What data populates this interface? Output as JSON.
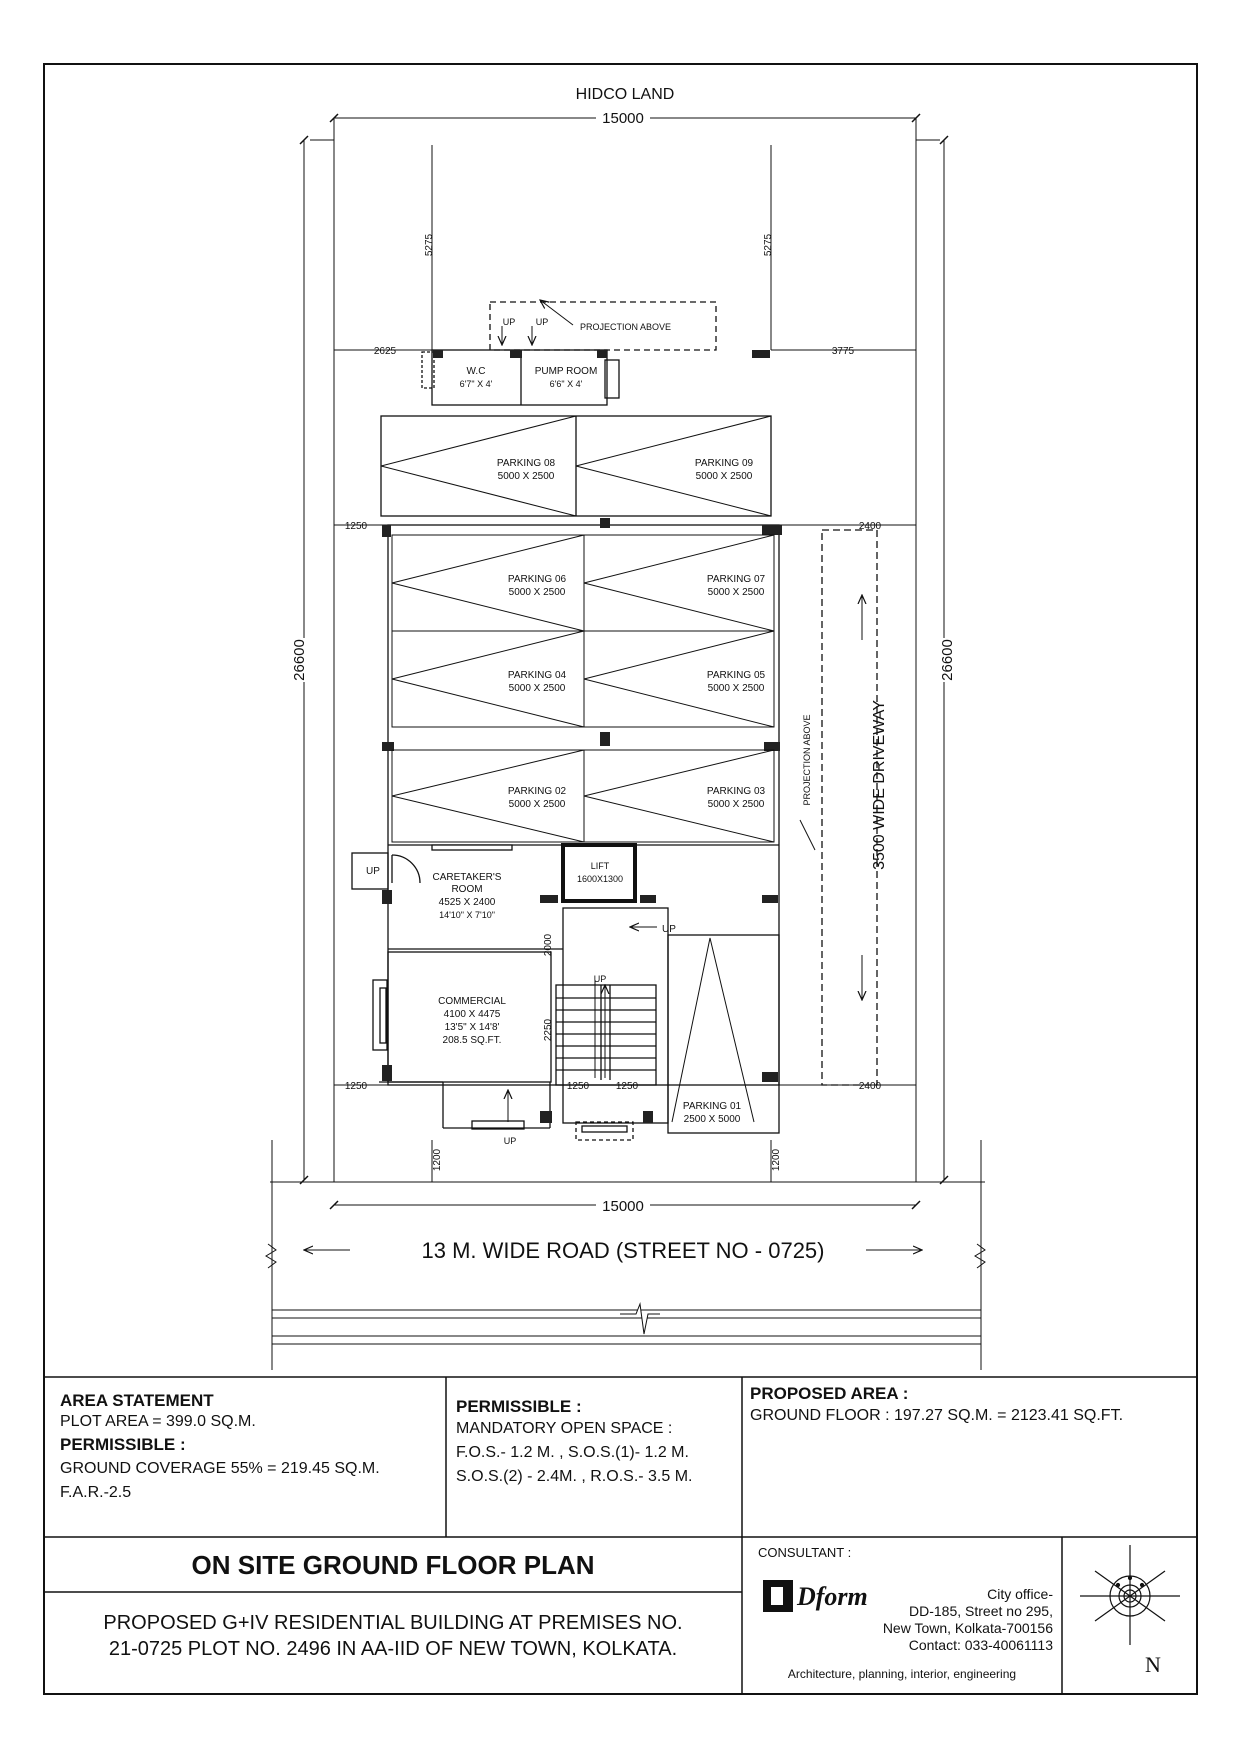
{
  "plan": {
    "top_label": "HIDCO LAND",
    "width_dim": "15000",
    "depth_dim": "26600",
    "side_dim_top": "5275",
    "left_setback": "2625",
    "right_setback": "3775",
    "side_1250": "1250",
    "side_2400": "2400",
    "front_1200": "1200",
    "stair_2000": "2000",
    "stair_2250": "2250",
    "up": "UP",
    "projection_above": "PROJECTION ABOVE",
    "wc_name": "W.C",
    "wc_size": "6'7\" X 4'",
    "pump_name": "PUMP ROOM",
    "pump_size": "6'6\" X 4'",
    "lift_name": "LIFT",
    "lift_size": "1600X1300",
    "caretaker_name": "CARETAKER'S",
    "caretaker_name2": "ROOM",
    "caretaker_size": "4525 X 2400",
    "caretaker_size_ft": "14'10\" X 7'10\"",
    "commercial_name": "COMMERCIAL",
    "commercial_size": "4100 X 4475",
    "commercial_size_ft": "13'5\" X 14'8'",
    "commercial_area": "208.5 SQ.FT.",
    "driveway": "3500 WIDE DRIVEWAY",
    "road": "13 M. WIDE ROAD (STREET NO - 0725)",
    "parking_size": "5000 X 2500",
    "parking": [
      {
        "name": "PARKING 08"
      },
      {
        "name": "PARKING 09"
      },
      {
        "name": "PARKING 06"
      },
      {
        "name": "PARKING 07"
      },
      {
        "name": "PARKING 04"
      },
      {
        "name": "PARKING 05"
      },
      {
        "name": "PARKING 02"
      },
      {
        "name": "PARKING 03"
      }
    ],
    "parking01_name": "PARKING 01",
    "parking01_size": "2500 X 5000"
  },
  "area_statement": {
    "heading": "AREA STATEMENT",
    "plot_area": "PLOT AREA = 399.0  SQ.M.",
    "permissible_heading": "PERMISSIBLE :",
    "ground_coverage": "GROUND COVERAGE 55% = 219.45 SQ.M.",
    "far": "F.A.R.-2.5"
  },
  "permissible": {
    "heading": "PERMISSIBLE :",
    "line1": "MANDATORY OPEN SPACE :",
    "line2": "F.O.S.- 1.2 M. , S.O.S.(1)- 1.2 M.",
    "line3": "S.O.S.(2) - 2.4M. , R.O.S.- 3.5 M."
  },
  "proposed_area": {
    "heading": "PROPOSED AREA :",
    "ground_floor": "GROUND FLOOR : 197.27 SQ.M. = 2123.41 SQ.FT."
  },
  "title_block": {
    "title": "ON SITE GROUND FLOOR PLAN",
    "desc1": "PROPOSED G+IV RESIDENTIAL BUILDING AT PREMISES NO.",
    "desc2": "21-0725 PLOT NO. 2496 IN AA-IID OF NEW TOWN, KOLKATA."
  },
  "consultant": {
    "label": "CONSULTANT :",
    "logo": "Dform",
    "office": "City office-",
    "addr1": "DD-185, Street no 295,",
    "addr2": "New Town, Kolkata-700156",
    "contact": "Contact: 033-40061113",
    "tagline": "Architecture, planning, interior, engineering"
  },
  "north_label": "N"
}
